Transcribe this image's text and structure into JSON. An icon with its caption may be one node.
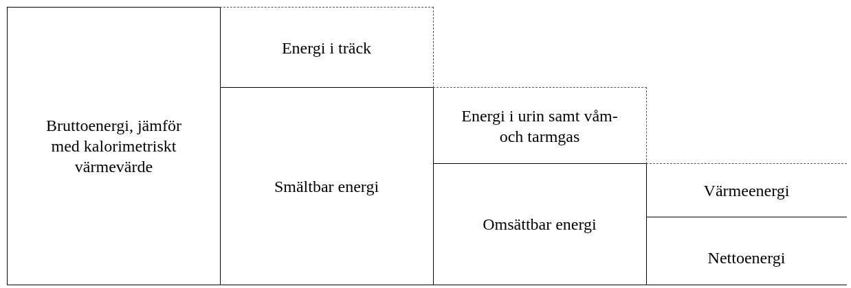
{
  "diagram": {
    "nodes": [
      {
        "text": [
          "Bruttoenergi, jämför med kalorimetriskt värmevärde"
        ]
      },
      {
        "text": [
          "Energi i träck"
        ]
      },
      {
        "text": [
          "Smältbar energi"
        ]
      },
      {
        "text": [
          "Energi i urin samt våm- och tarmgas"
        ]
      },
      {
        "text": [
          "Omsättbar energi"
        ]
      },
      {
        "text": [
          "Värmeenergi"
        ]
      },
      {
        "text": [
          "Nettoenergi"
        ]
      }
    ]
  }
}
